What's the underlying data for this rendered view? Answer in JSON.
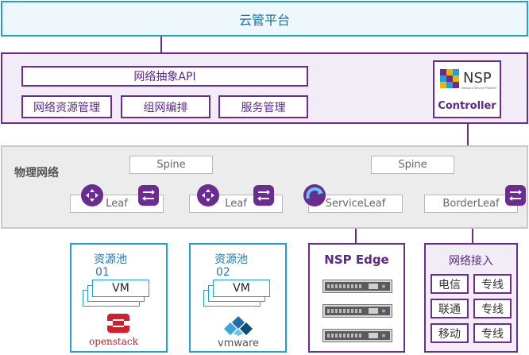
{
  "cloud_platform": {
    "title": "云管平台"
  },
  "controller_layer": {
    "api_label": "网络抽象API",
    "modules": [
      "网络资源管理",
      "组网编排",
      "服务管理"
    ],
    "nsp_logo_text": "NSP",
    "nsp_logo_subtext": "Network Service Platform",
    "controller_label": "Controller"
  },
  "physical_network": {
    "title": "物理网络",
    "spines": [
      "Spine",
      "Spine"
    ],
    "leaves": [
      "Leaf",
      "Leaf",
      "ServiceLeaf",
      "BorderLeaf"
    ]
  },
  "pools": [
    {
      "title_line1": "资源池",
      "title_line2": "01",
      "vm_label": "VM",
      "logo_text": "openstack"
    },
    {
      "title_line1": "资源池",
      "title_line2": "02",
      "vm_label": "VM",
      "logo_text": "vmware"
    }
  ],
  "nsp_edge": {
    "title": "NSP Edge",
    "device_count": 3
  },
  "network_access": {
    "title": "网络接入",
    "rows": [
      [
        "电信",
        "专线"
      ],
      [
        "联通",
        "专线"
      ],
      [
        "移动",
        "专线"
      ]
    ]
  },
  "colors": {
    "purple": "#6a2c91",
    "blue": "#1ea0d8",
    "cloud_bg": "#eef7fb",
    "gray_bg": "#ececec"
  }
}
